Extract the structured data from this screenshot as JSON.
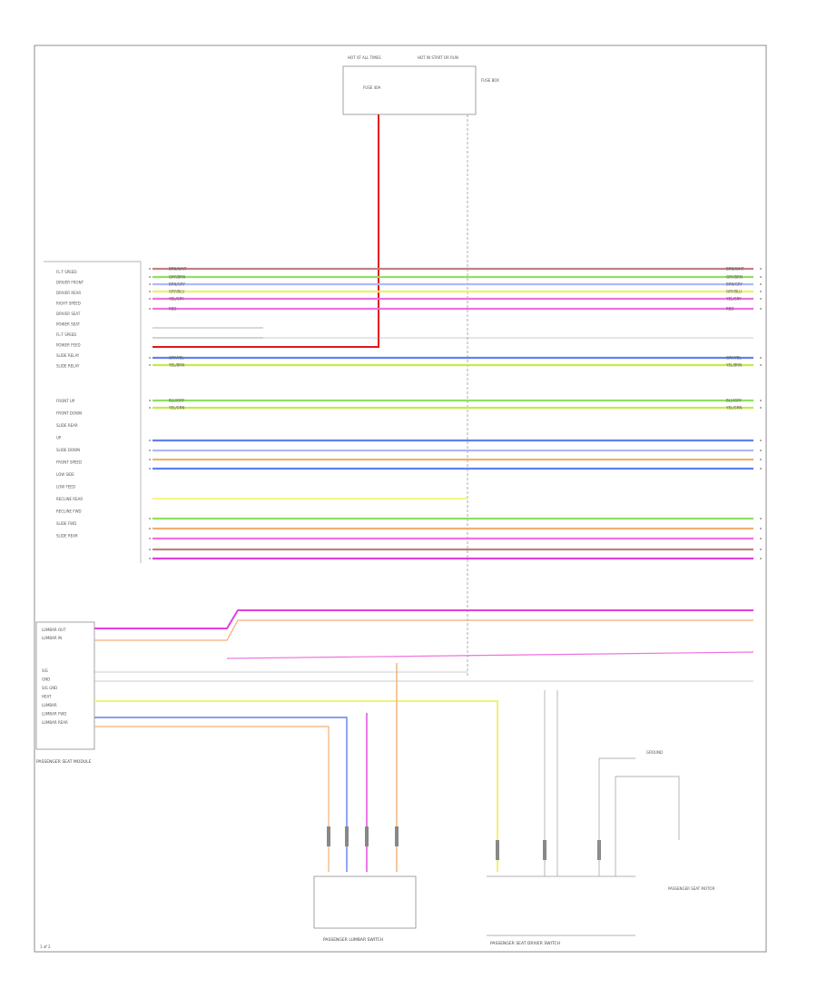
{
  "colors": {
    "red": "#e01818",
    "pink": "#f070e0",
    "magenta": "#e040e0",
    "green": "#90e060",
    "lime": "#c8e848",
    "blue": "#6080f0",
    "lightblue": "#b0b8f8",
    "orange": "#f0b070",
    "yellow": "#f0f060",
    "purple": "#c070e0",
    "brown": "#c08080",
    "gray": "#9a9a9a"
  },
  "fuse_box": {
    "title_left": "HOT AT ALL TIMES",
    "title_right": "HOT IN START OR RUN",
    "fuse_label": "FUSE 40A",
    "side_note": "FUSE BOX"
  },
  "left_labels": [
    "FL-T SPEED-",
    "DRIVER FRONT",
    "DRIVER REAR",
    "RIGHT SPEED",
    "DRIVER SEAT",
    "POWER SEAT",
    "FL-T SPEED",
    "POWER FEED",
    "SLIDE RELAY",
    "SLIDE RELAY"
  ],
  "left_labels_b": [
    "FRONT UP",
    "FRONT DOWN",
    "SLIDE REAR",
    "UP",
    "SLIDE DOWN",
    "FRONT SPEED",
    "LOW SIDE",
    "LOW FEED",
    "RECLINE REAR",
    "RECLINE FWD",
    "SLIDE FWD",
    "SLIDE REAR"
  ],
  "module_left": {
    "title": "PASSENGER SEAT MODULE",
    "pins": [
      "LUMBAR OUT",
      "LUMBAR IN",
      "SIG",
      "GND",
      "SIG GND",
      "HEAT",
      "LUMBAR",
      "LUMBAR FWD",
      "LUMBAR REAR"
    ]
  },
  "wire_codes": [
    "BRN/WHT",
    "GRY/BRN",
    "BRN/GRY",
    "GRY/BLU",
    "YEL/GRY",
    "RED",
    "GRY/YEL",
    "YEL/BRN",
    "BLU/GRY",
    "YEL/GRN"
  ],
  "notes": {
    "ground_label": "GROUND",
    "center_note": "PASSENGER SEAT MOTOR",
    "lumbar_switch": "PASSENGER LUMBAR SWITCH",
    "bottom_left": "PASSENGER LUMBAR SWITCH",
    "bottom_right": "PASSENGER SEAT DRIVER SWITCH",
    "footer": "1 of 2"
  }
}
